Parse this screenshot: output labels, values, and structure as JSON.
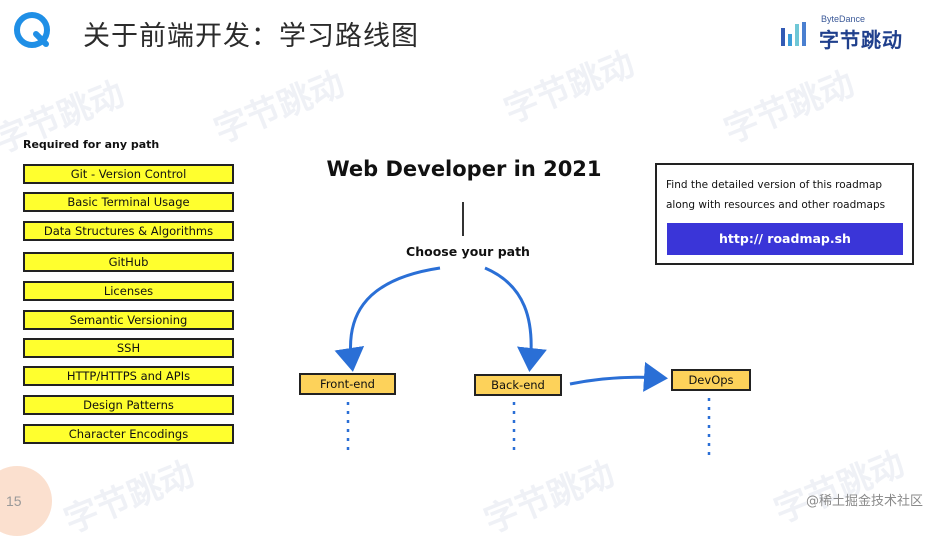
{
  "header": {
    "title": "关于前端开发：学习路线图",
    "brand_en": "ByteDance",
    "brand_cn": "字节跳动"
  },
  "watermark_text": "字节跳动",
  "roadmap": {
    "required_label": "Required for any path",
    "required_topics": [
      "Git - Version Control",
      "Basic Terminal Usage",
      "Data Structures & Algorithms",
      "GitHub",
      "Licenses",
      "Semantic Versioning",
      "SSH",
      "HTTP/HTTPS and APIs",
      "Design Patterns",
      "Character Encodings"
    ],
    "title": "Web Developer in 2021",
    "choose_label": "Choose your path",
    "paths": {
      "frontend": "Front-end",
      "backend": "Back-end",
      "devops": "DevOps"
    },
    "info": {
      "line1": "Find the detailed version of this roadmap",
      "line2": "along with resources and other roadmaps",
      "link": "http:// roadmap.sh"
    }
  },
  "footer": {
    "page_number": "15",
    "credit": "@稀土掘金技术社区"
  },
  "colors": {
    "topic_yellow": "#ffff2e",
    "node_orange": "#fdd25a",
    "arrow_blue": "#2a6fd6",
    "link_purple": "#3a35d8"
  }
}
